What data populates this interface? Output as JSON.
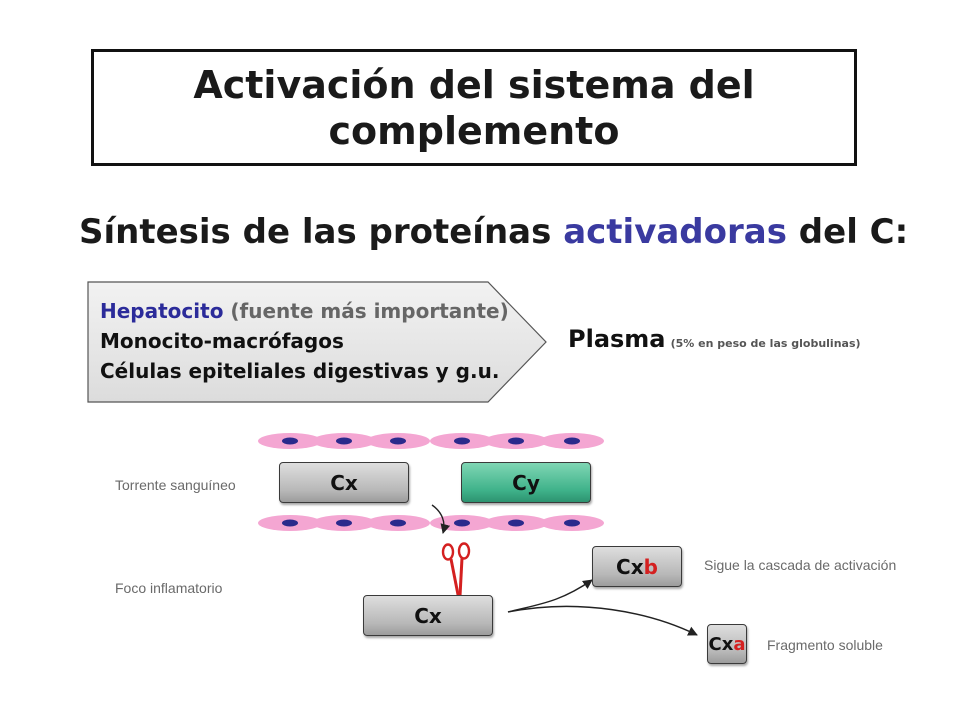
{
  "title": {
    "line1": "Activación del sistema del",
    "line2": "complemento"
  },
  "subtitle": {
    "prefix": "Síntesis de las proteínas ",
    "accent": "activadoras",
    "suffix": " del C:"
  },
  "sources": {
    "hepatocyte": "Hepatocito",
    "hepatocyte_note": " (fuente más importante)",
    "monocytes": "Monocito-macrófagos",
    "epithelial": "Células epiteliales digestivas y g.u."
  },
  "plasma": {
    "label": "Plasma",
    "note": "(5% en peso de las globulinas)"
  },
  "labels": {
    "bloodstream": "Torrente sanguíneo",
    "inflammatory_focus": "Foco inflamatorio",
    "cascade": "Sigue la cascada de activación",
    "soluble_fragment": "Fragmento soluble"
  },
  "boxes": {
    "cx_top": "Cx",
    "cy_top": "Cy",
    "cx_bottom": "Cx",
    "cxb_base": "Cx",
    "cxb_suffix": "b",
    "cxa_base": "Cx",
    "cxa_suffix": "a"
  },
  "colors": {
    "accent_blue": "#3a3aa0",
    "cell_pink": "#f4a6d2",
    "cell_nucleus": "#2a2a8c",
    "box_green": "#3fb28a",
    "scissors_red": "#d42020",
    "fragment_red": "#d42020"
  },
  "icons": {
    "scissors": "scissors-icon"
  }
}
